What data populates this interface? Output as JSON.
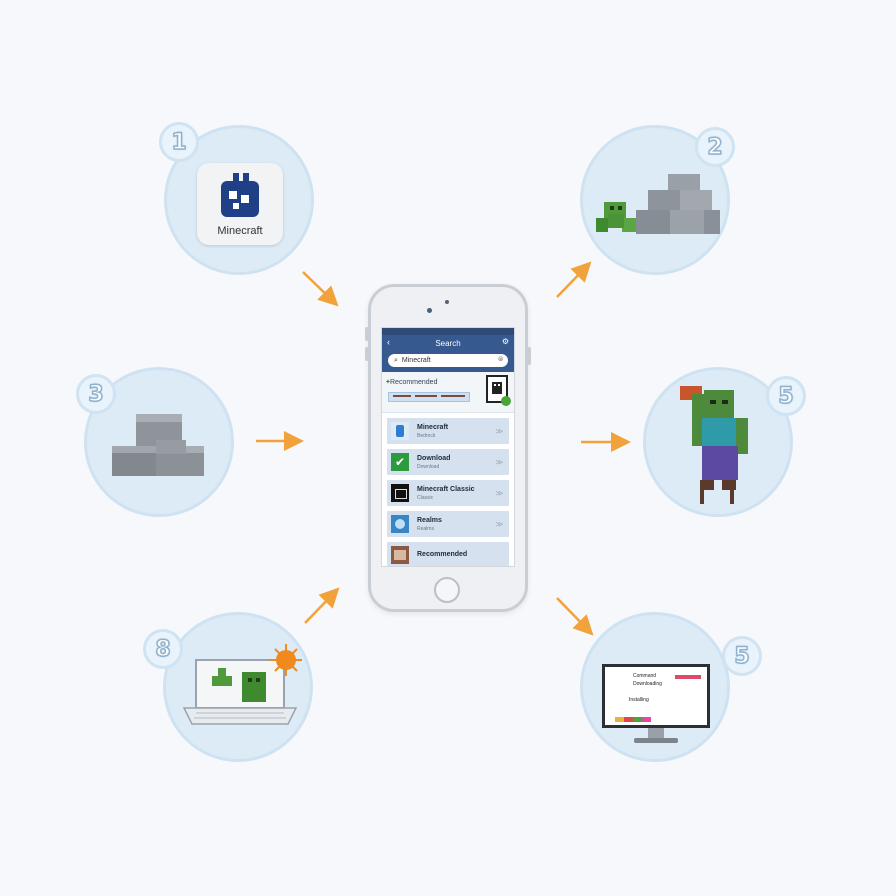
{
  "badges": [
    "1",
    "2",
    "3",
    "5",
    "8",
    "5"
  ],
  "app_icon_label": "Minecraft",
  "phone": {
    "nav_title": "Search",
    "back_icon": "chevron-left-icon",
    "gear_icon": "settings-icon",
    "search_icon": "search-icon",
    "search_value": "Minecraft",
    "clear_icon": "clear-icon",
    "featured_title": "Recommended",
    "list": [
      {
        "title": "Minecraft",
        "subtitle": "Bedrock",
        "icon": "blue-app-icon"
      },
      {
        "title": "Download",
        "subtitle": "Download",
        "icon": "green-check-icon"
      },
      {
        "title": "Minecraft Classic",
        "subtitle": "Classic",
        "icon": "dark-app-icon"
      },
      {
        "title": "Realms",
        "subtitle": "Realms",
        "icon": "globe-app-icon"
      },
      {
        "title": "Recommended",
        "subtitle": "",
        "icon": "brown-app-icon"
      }
    ],
    "chevron": ">>"
  },
  "monitor_lines": [
    "Command",
    "Downloading",
    "Installing"
  ],
  "colors": {
    "circle_fill": "#ddebf6",
    "arrow": "#f2a23a",
    "nav_blue": "#36598f",
    "list_item": "#d5e1ee",
    "creeper_green": "#4f9a3a",
    "zombie_green": "#4e8a3c",
    "stone_gray": "#8a8f96"
  }
}
